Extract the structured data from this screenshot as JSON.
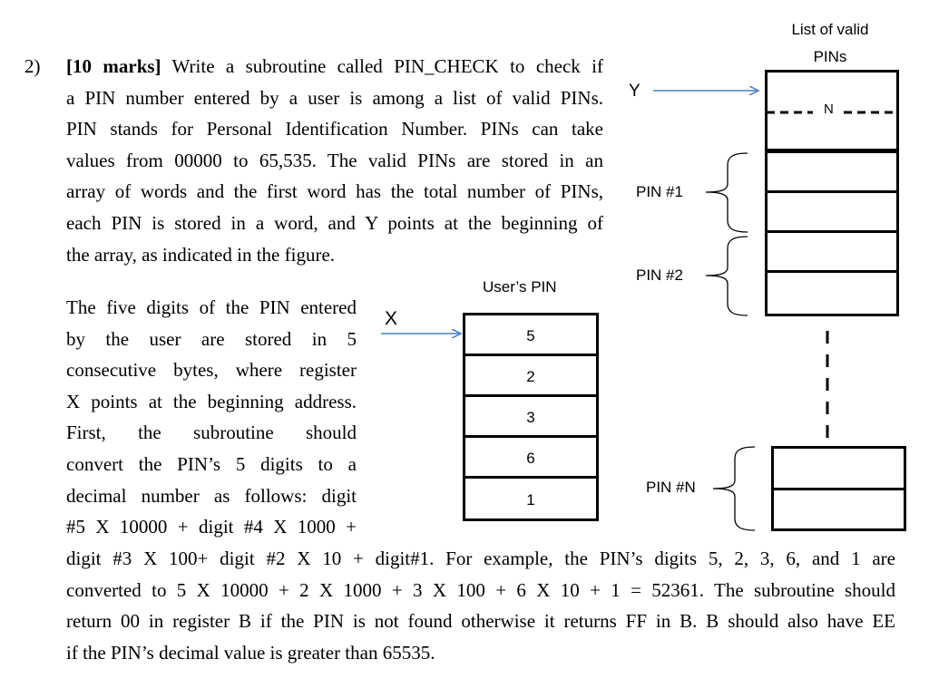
{
  "question": {
    "number": "2)",
    "marks": "[10 marks]",
    "intro_lines": [
      " Write a subroutine called PIN_CHECK to check if",
      "a PIN number entered by a user is among a list of valid PINs.",
      "PIN stands for Personal Identification Number. PINs can take",
      "values from 00000 to 65,535. The valid PINs are stored in an",
      "array of words and the first word has the total number of PINs,",
      "each PIN is stored in a word, and Y points at the beginning of",
      "the array, as indicated in the figure."
    ],
    "side_lines": [
      "The five digits of the PIN entered",
      "by the user are stored in 5",
      "consecutive bytes, where register",
      "X points at the beginning address.",
      "First, the subroutine should",
      "convert the PIN’s 5 digits to a",
      "decimal number as follows: digit",
      "#5 X 10000 + digit #4 X 1000 +"
    ],
    "bottom_lines": [
      "digit #3 X 100+ digit #2 X 10 + digit#1. For example, the PIN’s digits 5, 2, 3, 6, and 1 are",
      "converted to 5 X 10000 + 2 X 1000 + 3 X 100 + 6 X 10 + 1 =   52361. The subroutine should",
      "return 00 in register B if the PIN is not found otherwise it returns FF in B. B should also have EE",
      "if the PIN’s decimal value is greater than 65535."
    ]
  },
  "figure": {
    "list_title_line1": "List of valid",
    "list_title_line2": "PINs",
    "y_label": "Y",
    "n_label": "N",
    "pin1_label": "PIN #1",
    "pin2_label": "PIN #2",
    "pinN_label": "PIN #N",
    "user_pin_title": "User’s PIN",
    "x_label": "X",
    "user_digits": [
      "5",
      "2",
      "3",
      "6",
      "1"
    ]
  }
}
